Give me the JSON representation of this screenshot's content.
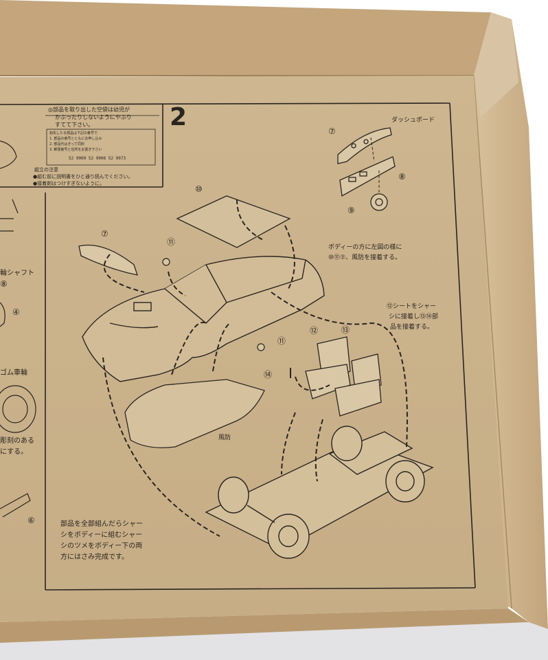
{
  "step": {
    "number": "2"
  },
  "warning": {
    "line1": "◎部品を取り出した空袋は幼児が",
    "line2": "かぶったりしないようにやぶり",
    "line3": "すてて下さい。"
  },
  "parts_table": {
    "rows": [
      "紛失したる部品は下記の番号で",
      "1. 部品の番号とともにお申し込み",
      "2. 部品代はきって同封",
      "3. 郵便番号と住所をお書き下さい"
    ],
    "codes": "52 9000   52 9006   52 9073"
  },
  "assembly_notes": {
    "title": "組立の注意",
    "line1": "●組む前に説明書をひと通り読んでください。",
    "line2": "●接着剤はつけすぎないように。"
  },
  "labels": {
    "dashboard": "ダッシュボード",
    "windshield": "風防",
    "shaft": "輪シャフト",
    "rubber_wheel": "ゴム車輪",
    "engraving_1": "彫刻のある",
    "engraving_2": "にする。"
  },
  "instructions": {
    "body_1": "ボディーの方に左図の様に",
    "body_2": "⑩⑪⑦、風防を接着する。",
    "seat_1": "⑫シートをシャー",
    "seat_2": "シに接着し⑬⑭部",
    "seat_3": "品を接着する。",
    "final_1": "部品を全部組んだらシャー",
    "final_2": "シをボディーに組むシャー",
    "final_3": "シのツメをボディー下の両",
    "final_4": "方にはさみ完成です。"
  },
  "callouts": [
    "⑦",
    "⑧",
    "⑨",
    "⑩",
    "⑦",
    "⑪",
    "⑪",
    "⑫",
    "⑬",
    "⑭",
    "⑧",
    "④",
    "⑥"
  ],
  "colors": {
    "cardboard": "#c9b08a",
    "ink": "#2a2520",
    "page": "#ffffff"
  }
}
